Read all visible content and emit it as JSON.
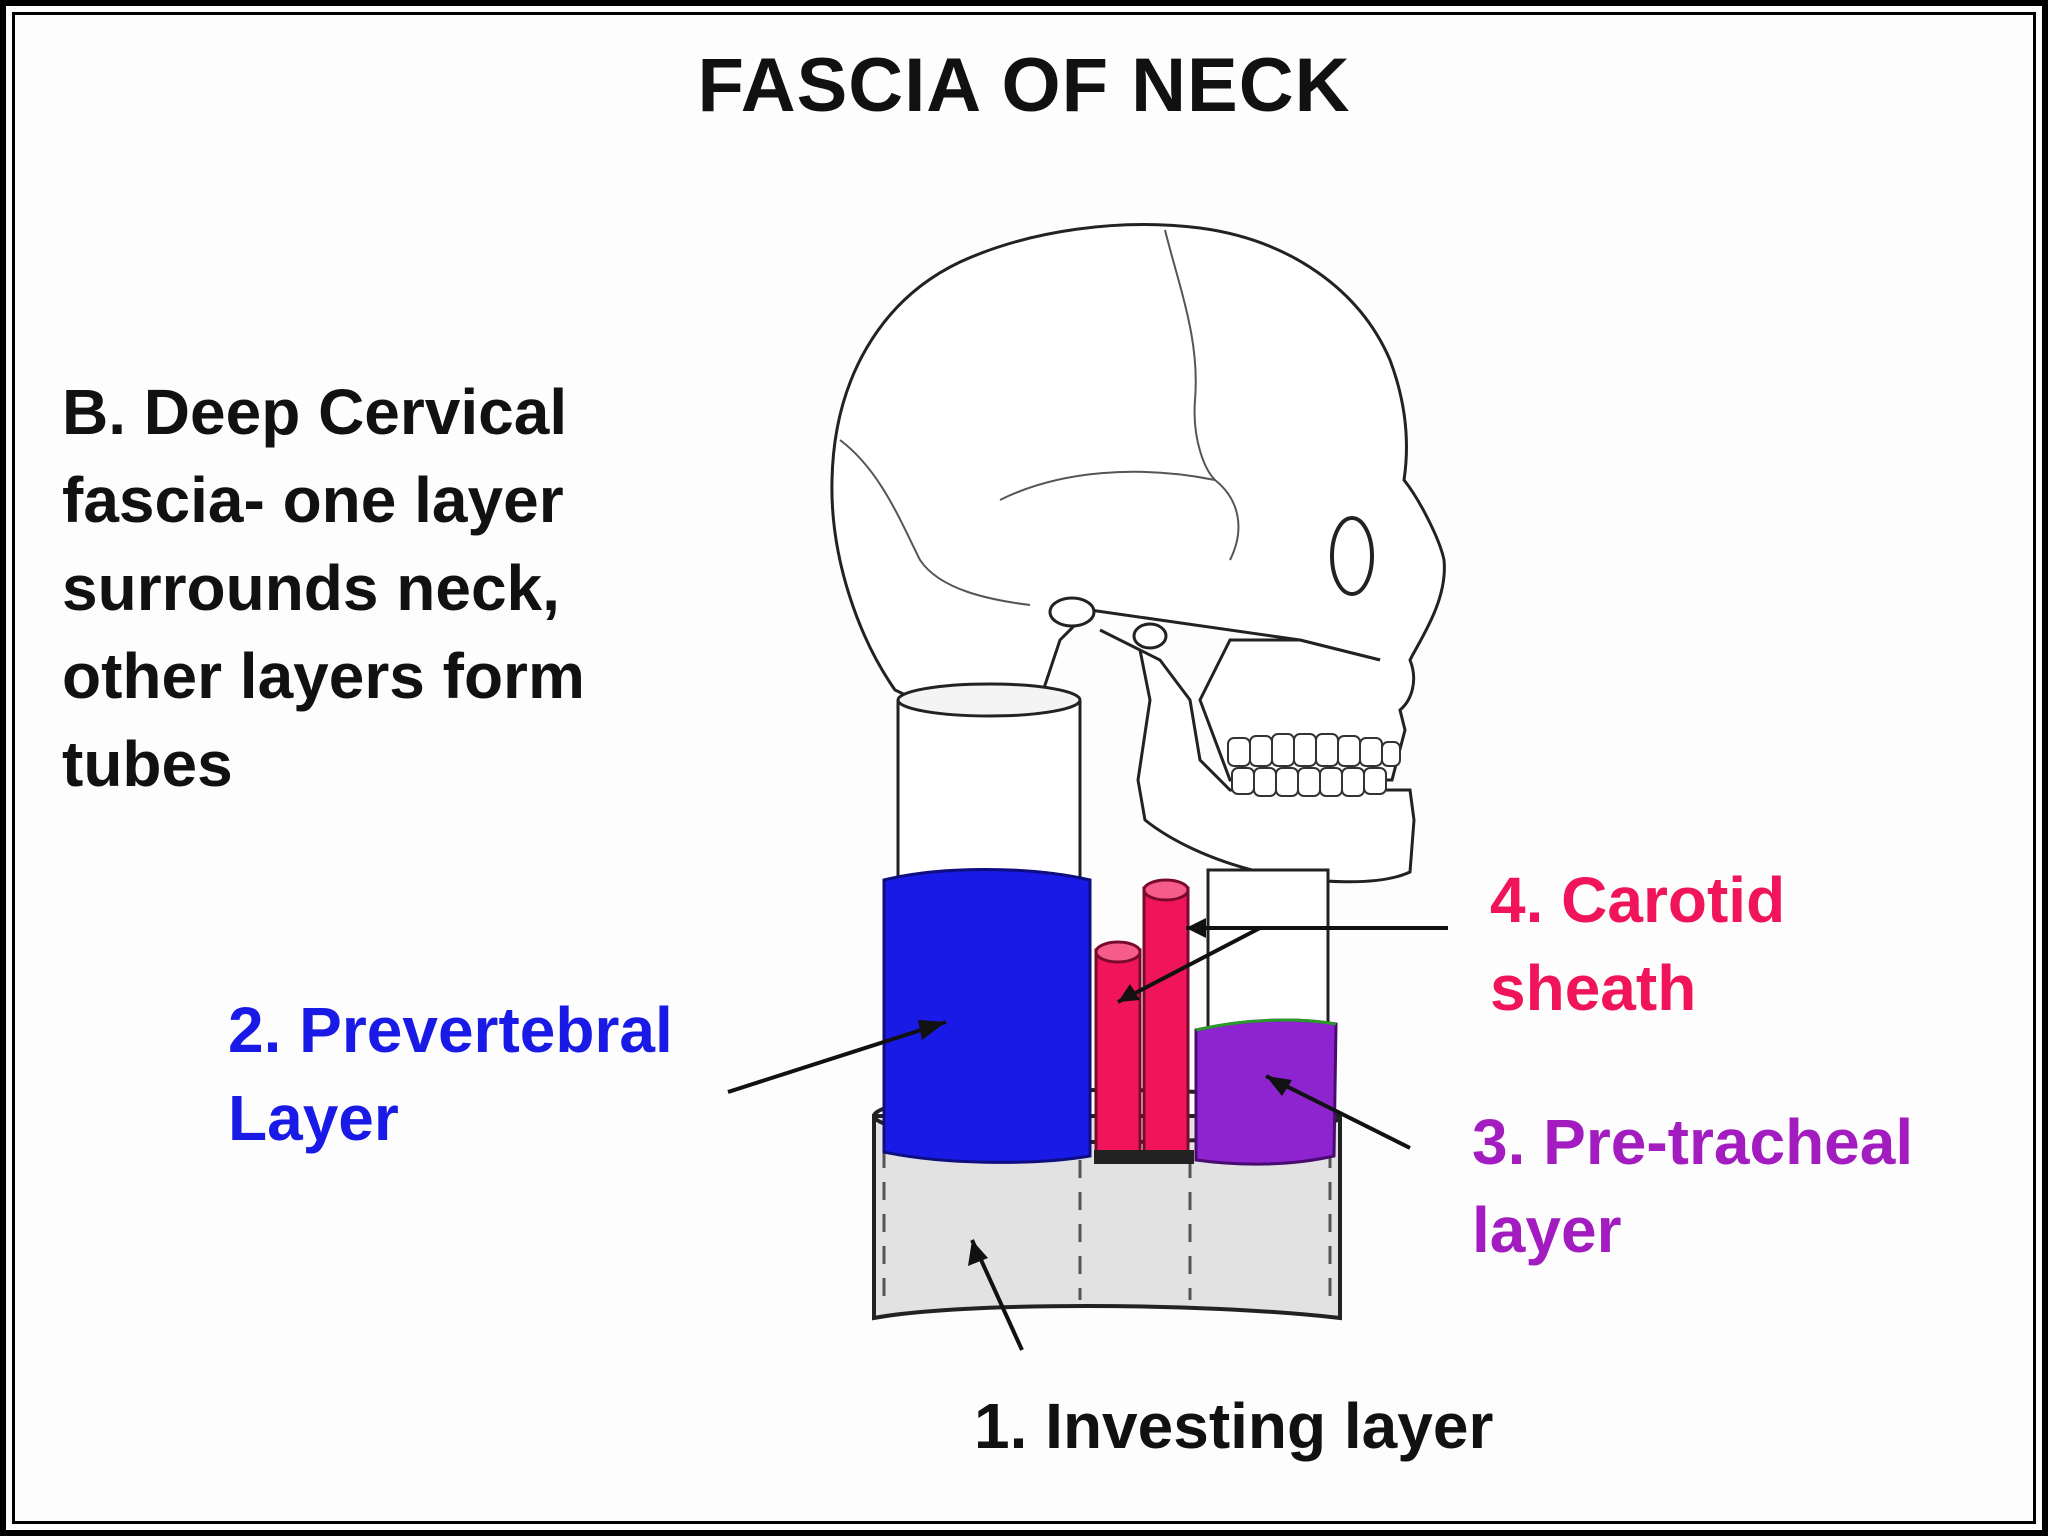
{
  "title": "FASCIA OF NECK",
  "intro": {
    "lines": [
      "B. Deep Cervical",
      "fascia- one layer",
      "surrounds neck,",
      "other layers form",
      "tubes"
    ]
  },
  "labels": {
    "prevertebral": [
      "2. Prevertebral",
      "Layer"
    ],
    "carotid": [
      "4. Carotid",
      "sheath"
    ],
    "pretracheal": [
      "3. Pre-tracheal",
      "layer"
    ],
    "investing": [
      "1. Investing layer"
    ]
  },
  "colors": {
    "prevertebral": "#1a1ae6",
    "carotid": "#f0145a",
    "pretracheal": "#a21cc0",
    "pretracheal_fill": "#8e24cf",
    "investing_fill": "#e2e2e2",
    "text": "#111111"
  }
}
